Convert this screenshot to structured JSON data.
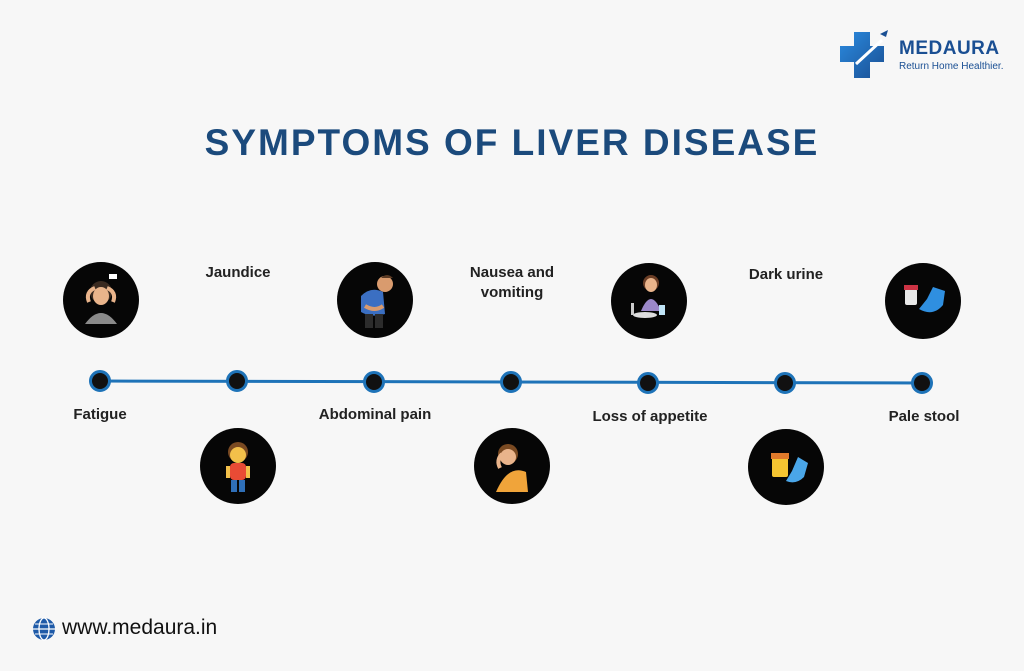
{
  "brand": {
    "name": "MEDAURA",
    "tagline": "Return Home Healthier.",
    "color": "#1a4f93"
  },
  "title": "SYMPTOMS OF LIVER DISEASE",
  "timeline": {
    "line_color": "#1e73b8",
    "steps": [
      {
        "label": "Fatigue",
        "icon": "tired-person-icon"
      },
      {
        "label": "Jaundice",
        "icon": "yellow-skin-child-icon"
      },
      {
        "label": "Abdominal pain",
        "icon": "stomach-ache-icon"
      },
      {
        "label": "Nausea and vomiting",
        "icon": "nauseous-person-icon"
      },
      {
        "label": "Loss of appetite",
        "icon": "pushing-away-food-icon"
      },
      {
        "label": "Dark urine",
        "icon": "urine-sample-icon"
      },
      {
        "label": "Pale stool",
        "icon": "stool-sample-icon"
      }
    ]
  },
  "footer": {
    "website": "www.medaura.in",
    "icon": "globe-icon"
  }
}
